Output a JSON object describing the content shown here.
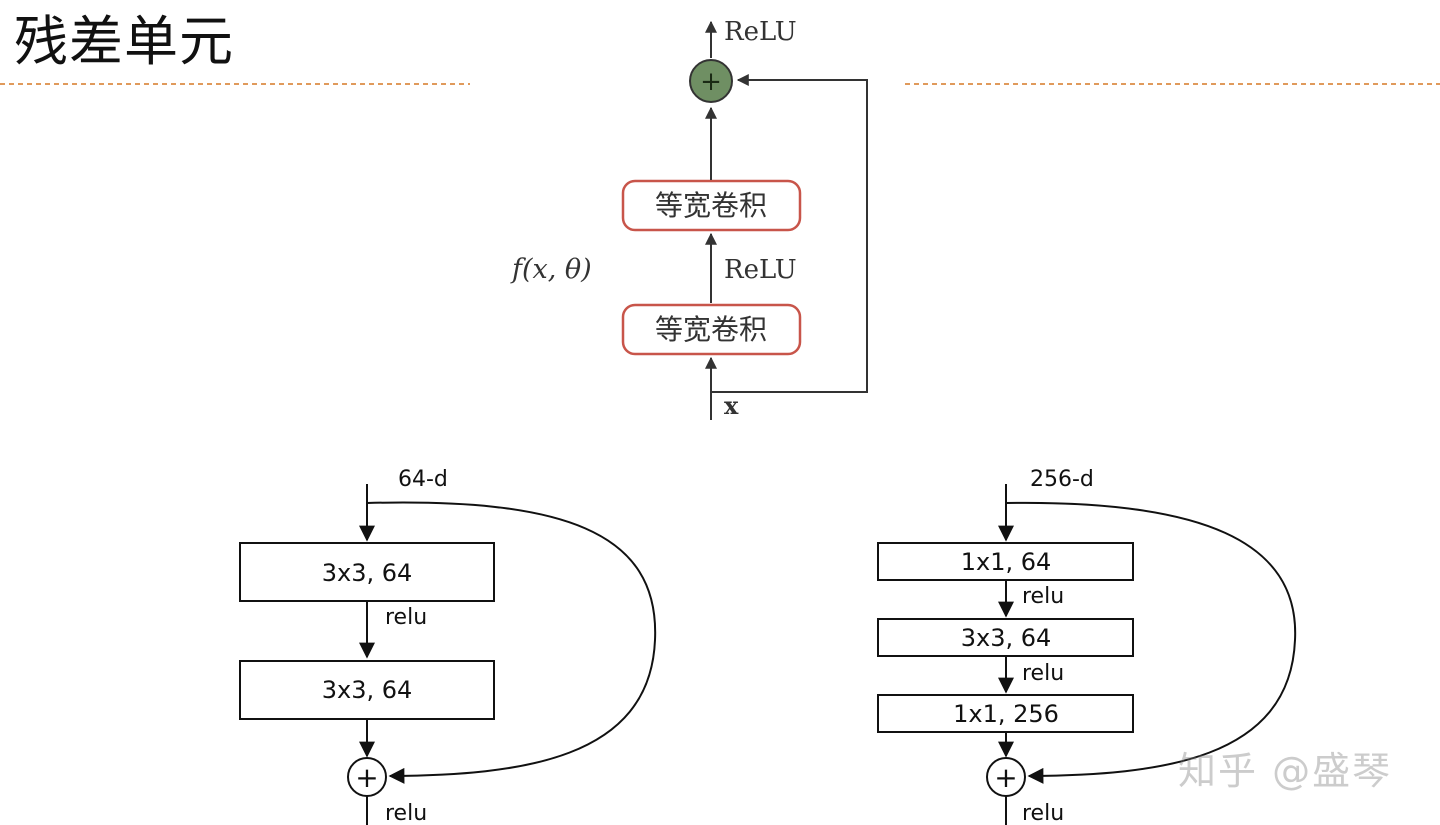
{
  "slide": {
    "title": "残差单元"
  },
  "top_diagram": {
    "output_label": "ReLU",
    "block_top_label": "等宽卷积",
    "middle_label": "ReLU",
    "block_bottom_label": "等宽卷积",
    "function_label": "f(x, θ)",
    "input_label": "x",
    "add_symbol": "+",
    "add_node_color": "#6f8f63",
    "block_border_color": "#c8554a"
  },
  "left_diagram": {
    "input_label": "64-d",
    "block1_label": "3x3, 64",
    "relu1_label": "relu",
    "block2_label": "3x3, 64",
    "add_symbol": "+",
    "output_label": "relu"
  },
  "right_diagram": {
    "input_label": "256-d",
    "block1_label": "1x1, 64",
    "relu1_label": "relu",
    "block2_label": "3x3, 64",
    "relu2_label": "relu",
    "block3_label": "1x1, 256",
    "add_symbol": "+",
    "output_label": "relu"
  },
  "watermark": {
    "text": "知乎 @盛琴"
  }
}
